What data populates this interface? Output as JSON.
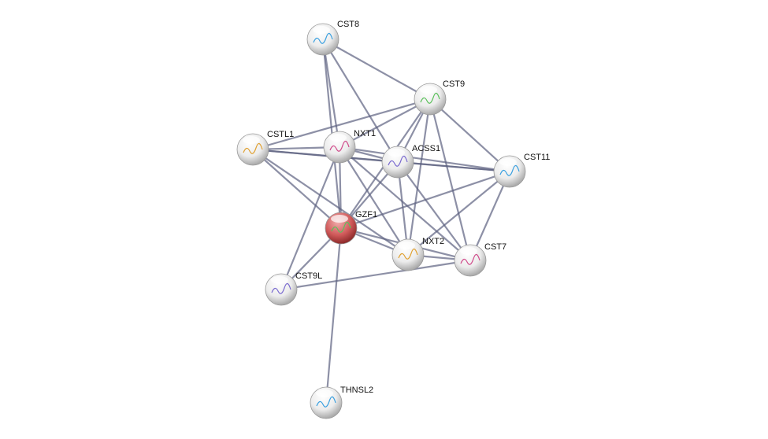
{
  "network": {
    "colors": {
      "edge": "#5c6180",
      "node": "#e8e8e8",
      "query_node": "#c84a4a"
    },
    "query_protein": "GZF1",
    "nodes": [
      "CST8",
      "CST9",
      "CSTL1",
      "NXT1",
      "ACSS1",
      "CST11",
      "GZF1",
      "NXT2",
      "CST7",
      "CST9L",
      "THNSL2"
    ],
    "edges": [
      [
        "CST8",
        "NXT1"
      ],
      [
        "CST8",
        "GZF1"
      ],
      [
        "CST8",
        "CST9"
      ],
      [
        "CST8",
        "ACSS1"
      ],
      [
        "CST9",
        "CSTL1"
      ],
      [
        "CST9",
        "NXT1"
      ],
      [
        "CST9",
        "ACSS1"
      ],
      [
        "CST9",
        "GZF1"
      ],
      [
        "CST9",
        "NXT2"
      ],
      [
        "CST9",
        "CST7"
      ],
      [
        "CST9",
        "CST11"
      ],
      [
        "CSTL1",
        "NXT1"
      ],
      [
        "CSTL1",
        "ACSS1"
      ],
      [
        "CSTL1",
        "CST11"
      ],
      [
        "CSTL1",
        "GZF1"
      ],
      [
        "CSTL1",
        "NXT2"
      ],
      [
        "NXT1",
        "GZF1"
      ],
      [
        "NXT1",
        "ACSS1"
      ],
      [
        "NXT1",
        "CST11"
      ],
      [
        "NXT1",
        "NXT2"
      ],
      [
        "NXT1",
        "CST7"
      ],
      [
        "NXT1",
        "CST9L"
      ],
      [
        "ACSS1",
        "GZF1"
      ],
      [
        "ACSS1",
        "NXT2"
      ],
      [
        "ACSS1",
        "CST7"
      ],
      [
        "ACSS1",
        "CST11"
      ],
      [
        "GZF1",
        "CST11"
      ],
      [
        "GZF1",
        "NXT2"
      ],
      [
        "GZF1",
        "CST7"
      ],
      [
        "GZF1",
        "CST9L"
      ],
      [
        "GZF1",
        "THNSL2"
      ],
      [
        "CST11",
        "NXT2"
      ],
      [
        "CST11",
        "CST7"
      ],
      [
        "NXT2",
        "CST7"
      ],
      [
        "CST9L",
        "CST7"
      ]
    ]
  }
}
